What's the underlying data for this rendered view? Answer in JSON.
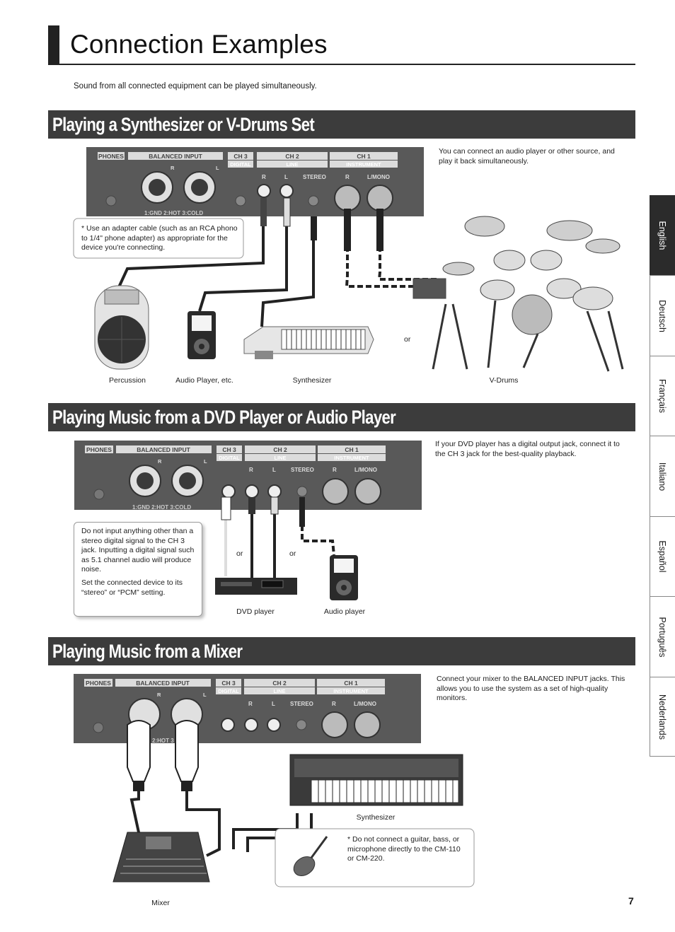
{
  "page_title": "Connection Examples",
  "intro": "Sound from all connected equipment can be played simultaneously.",
  "panel_labels": {
    "phones": "PHONES",
    "balanced_input": "BALANCED INPUT",
    "r": "R",
    "l": "L",
    "ch3": "CH 3",
    "digital": "DIGITAL",
    "ch2": "CH 2",
    "line": "LINE",
    "ch1": "CH 1",
    "instrument": "INSTRUMENT",
    "stereo": "STEREO",
    "lmono": "L/MONO",
    "pins": "1:GND  2:HOT  3:COLD",
    "pins_partial": "2:HOT  3"
  },
  "sections": [
    {
      "heading": "Playing a Synthesizer or V-Drums Set",
      "description": "You can connect an audio player or other source, and play it back simultaneously.",
      "callout": "* Use an adapter cable (such as an RCA phono to 1/4\" phone adapter) as appropriate for the device you're connecting.",
      "or_label": "or",
      "captions": [
        "Percussion",
        "Audio Player, etc.",
        "Synthesizer",
        "V-Drums"
      ]
    },
    {
      "heading": "Playing Music from a DVD Player or Audio Player",
      "description": "If your DVD player has a digital output jack, connect it to the CH 3 jack for the best-quality playback.",
      "callout_p1": "Do not input anything other than a stereo digital signal to the CH 3 jack. Inputting a digital signal such as 5.1 channel audio will produce noise.",
      "callout_p2": "Set the connected device to its “stereo” or “PCM” setting.",
      "or_label": "or",
      "captions": [
        "DVD player",
        "Audio player"
      ]
    },
    {
      "heading": "Playing Music from a Mixer",
      "description": "Connect your mixer to the BALANCED INPUT jacks. This allows you to use the system as a set of high-quality monitors.",
      "callout": "* Do not connect a guitar, bass, or microphone directly to the CM-110 or CM-220.",
      "captions": [
        "Synthesizer",
        "Mixer"
      ]
    }
  ],
  "language_tabs": [
    "English",
    "Deutsch",
    "Français",
    "Italiano",
    "Español",
    "Português",
    "Nederlands"
  ],
  "page_number": "7"
}
